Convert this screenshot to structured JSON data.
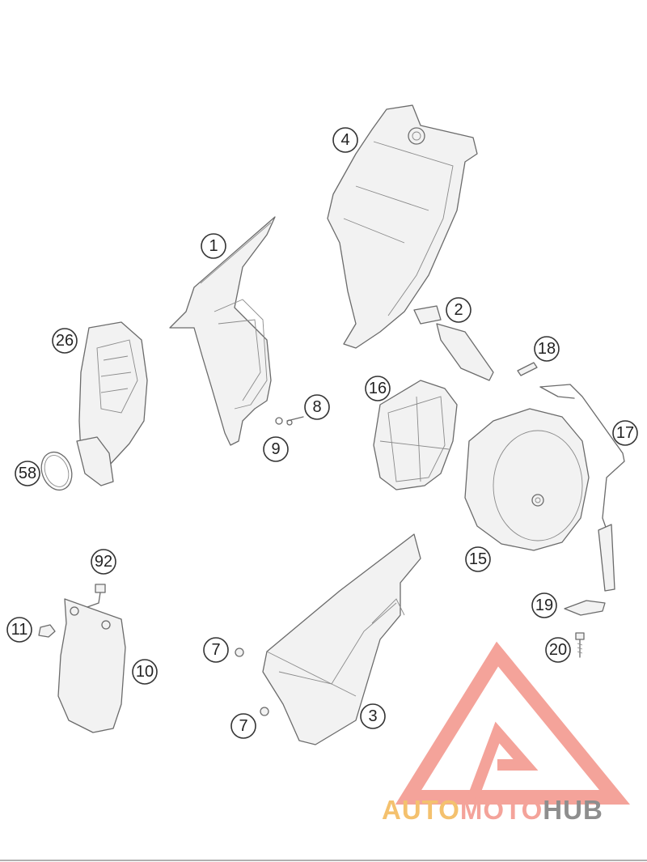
{
  "callouts": [
    {
      "id": "c1",
      "label": "1"
    },
    {
      "id": "c2",
      "label": "2"
    },
    {
      "id": "c3",
      "label": "3"
    },
    {
      "id": "c4",
      "label": "4"
    },
    {
      "id": "c7a",
      "label": "7"
    },
    {
      "id": "c7b",
      "label": "7"
    },
    {
      "id": "c8",
      "label": "8"
    },
    {
      "id": "c9",
      "label": "9"
    },
    {
      "id": "c10",
      "label": "10"
    },
    {
      "id": "c11",
      "label": "11"
    },
    {
      "id": "c15",
      "label": "15"
    },
    {
      "id": "c16",
      "label": "16"
    },
    {
      "id": "c17",
      "label": "17"
    },
    {
      "id": "c18",
      "label": "18"
    },
    {
      "id": "c19",
      "label": "19"
    },
    {
      "id": "c20",
      "label": "20"
    },
    {
      "id": "c26",
      "label": "26"
    },
    {
      "id": "c58",
      "label": "58"
    },
    {
      "id": "c92",
      "label": "92"
    }
  ],
  "watermark": {
    "part1": "AUTO",
    "part2": "MOTO",
    "part3": "HUB",
    "colors": {
      "triangle": "#f4a39a",
      "auto": "#f4c16e",
      "moto": "#f4a39a",
      "hub": "#8e8e8e"
    }
  }
}
